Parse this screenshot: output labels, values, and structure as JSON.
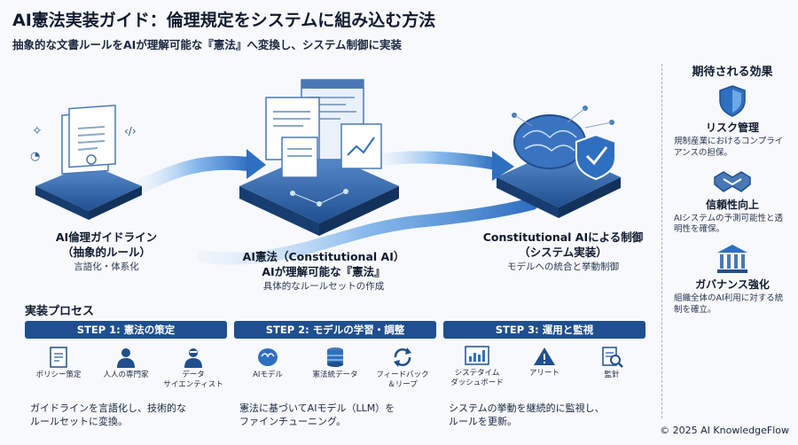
{
  "header": {
    "title": "AI憲法実装ガイド：倫理規定をシステムに組み込む方法",
    "subtitle": "抽象的な文書ルールをAIが理解可能な『憲法』へ変換し、システム制御に実装"
  },
  "stages": [
    {
      "title": "AI倫理ガイドライン\n（抽象的ルール）",
      "sub": "言語化・体系化",
      "icon": "document-stack-icon"
    },
    {
      "title": "AI憲法（Constitutional AI）\nAIが理解可能な『憲法』",
      "sub": "具体的なルールセットの作成",
      "icon": "code-platform-icon"
    },
    {
      "title": "Constitutional AIによる制御\n（システム実装）",
      "sub": "モデルへの統合と挙動制御",
      "icon": "brain-shield-icon"
    }
  ],
  "effects": {
    "title": "期待される効果",
    "items": [
      {
        "name": "リスク管理",
        "desc": "規制産業におけるコンプライアンスの担保。",
        "icon": "shield-icon"
      },
      {
        "name": "信頼性向上",
        "desc": "AIシステムの予測可能性と透明性を確保。",
        "icon": "handshake-icon"
      },
      {
        "name": "ガバナンス強化",
        "desc": "組織全体のAI利用に対する統制を確立。",
        "icon": "institution-icon"
      }
    ]
  },
  "process": {
    "title": "実装プロセス",
    "steps": [
      {
        "label": "STEP 1: 憲法の策定",
        "items": [
          {
            "label": "ポリシー策定",
            "icon": "policy-doc-icon"
          },
          {
            "label": "人人の専門家",
            "icon": "expert-icon"
          },
          {
            "label": "データ\nサイエンティスト",
            "icon": "scientist-icon"
          }
        ],
        "desc": "ガイドラインを言語化し、技術的な\nルールセットに変換。"
      },
      {
        "label": "STEP 2: モデルの学習・調整",
        "items": [
          {
            "label": "AIモデル",
            "icon": "ai-model-icon"
          },
          {
            "label": "憲法統データ",
            "icon": "database-icon"
          },
          {
            "label": "フィードバック\n＆リープ",
            "icon": "feedback-loop-icon"
          }
        ],
        "desc": "憲法に基づいてAIモデル（LLM）を\nファインチューニング。"
      },
      {
        "label": "STEP 3: 運用と監視",
        "items": [
          {
            "label": "システタイム\nダッシュボード",
            "icon": "dashboard-icon"
          },
          {
            "label": "アリート",
            "icon": "alert-icon"
          },
          {
            "label": "監針",
            "icon": "audit-icon"
          }
        ],
        "desc": "システムの挙動を継続的に監視し、\nルールを更新。"
      }
    ]
  },
  "footer": {
    "copyright": "© 2025 AI KnowledgeFlow"
  },
  "colors": {
    "primary": "#1f4f8f",
    "accent": "#4a90d9",
    "light": "#cfe3f7"
  }
}
